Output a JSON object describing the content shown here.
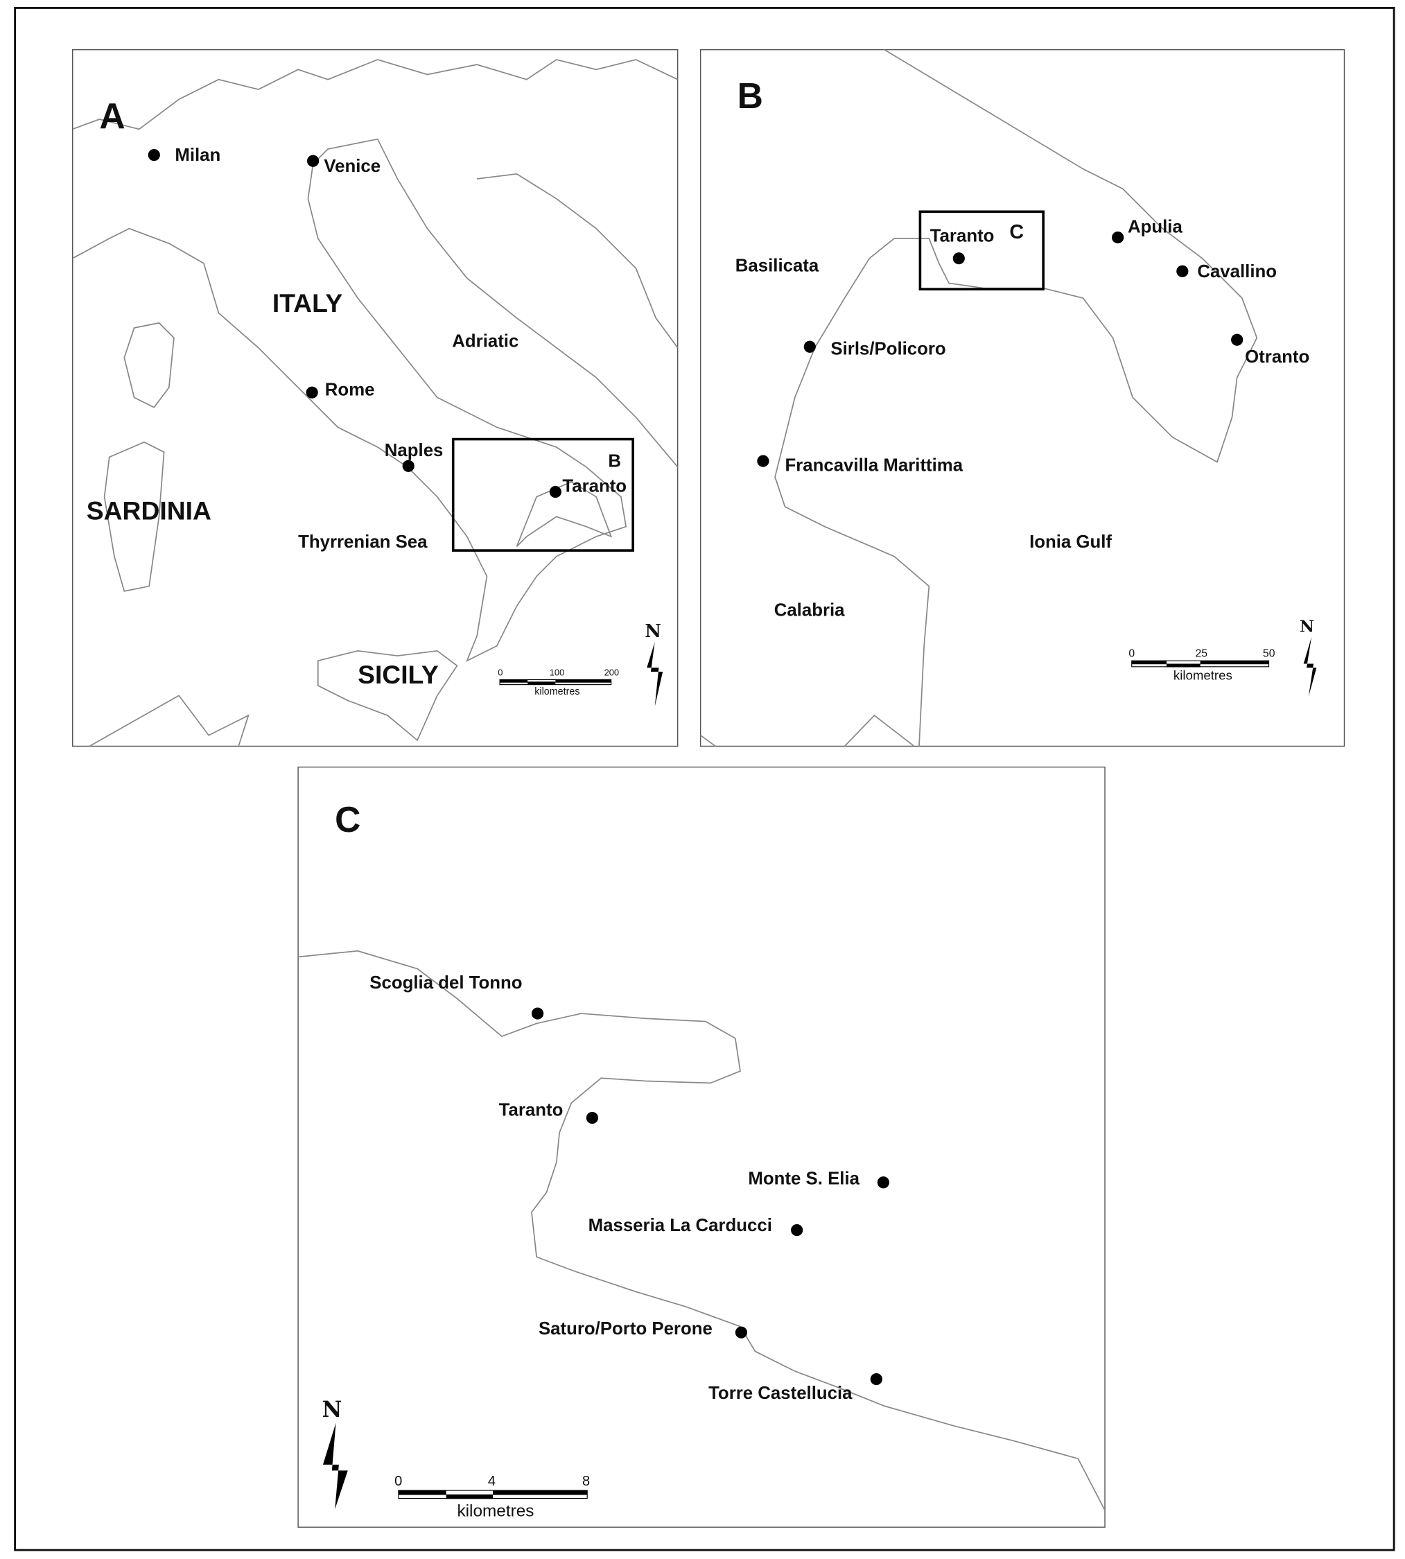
{
  "panel_a": {
    "letter": "A",
    "places": [
      "Milan",
      "Venice",
      "Rome",
      "Naples",
      "Taranto"
    ],
    "regions": [
      "ITALY",
      "SARDINIA",
      "SICILY",
      "Adriatic",
      "Thyrrenian Sea"
    ],
    "inset_label": "B",
    "scale": {
      "ticks": [
        "0",
        "100",
        "200"
      ],
      "unit": "kilometres"
    },
    "north": "N"
  },
  "panel_b": {
    "letter": "B",
    "inset_label": "C",
    "places": [
      "Taranto",
      "Apulia",
      "Cavallino",
      "Otranto",
      "Sirls/Policoro",
      "Francavilla Marittima"
    ],
    "regions": [
      "Basilicata",
      "Ionia Gulf",
      "Calabria"
    ],
    "scale": {
      "ticks": [
        "0",
        "25",
        "50"
      ],
      "unit": "kilometres"
    },
    "north": "N"
  },
  "panel_c": {
    "letter": "C",
    "places": [
      "Scoglia del Tonno",
      "Taranto",
      "Monte S. Elia",
      "Masseria La Carducci",
      "Saturo/Porto Perone",
      "Torre Castellucia"
    ],
    "scale": {
      "ticks": [
        "0",
        "4",
        "8"
      ],
      "unit": "kilometres"
    },
    "north": "N"
  }
}
